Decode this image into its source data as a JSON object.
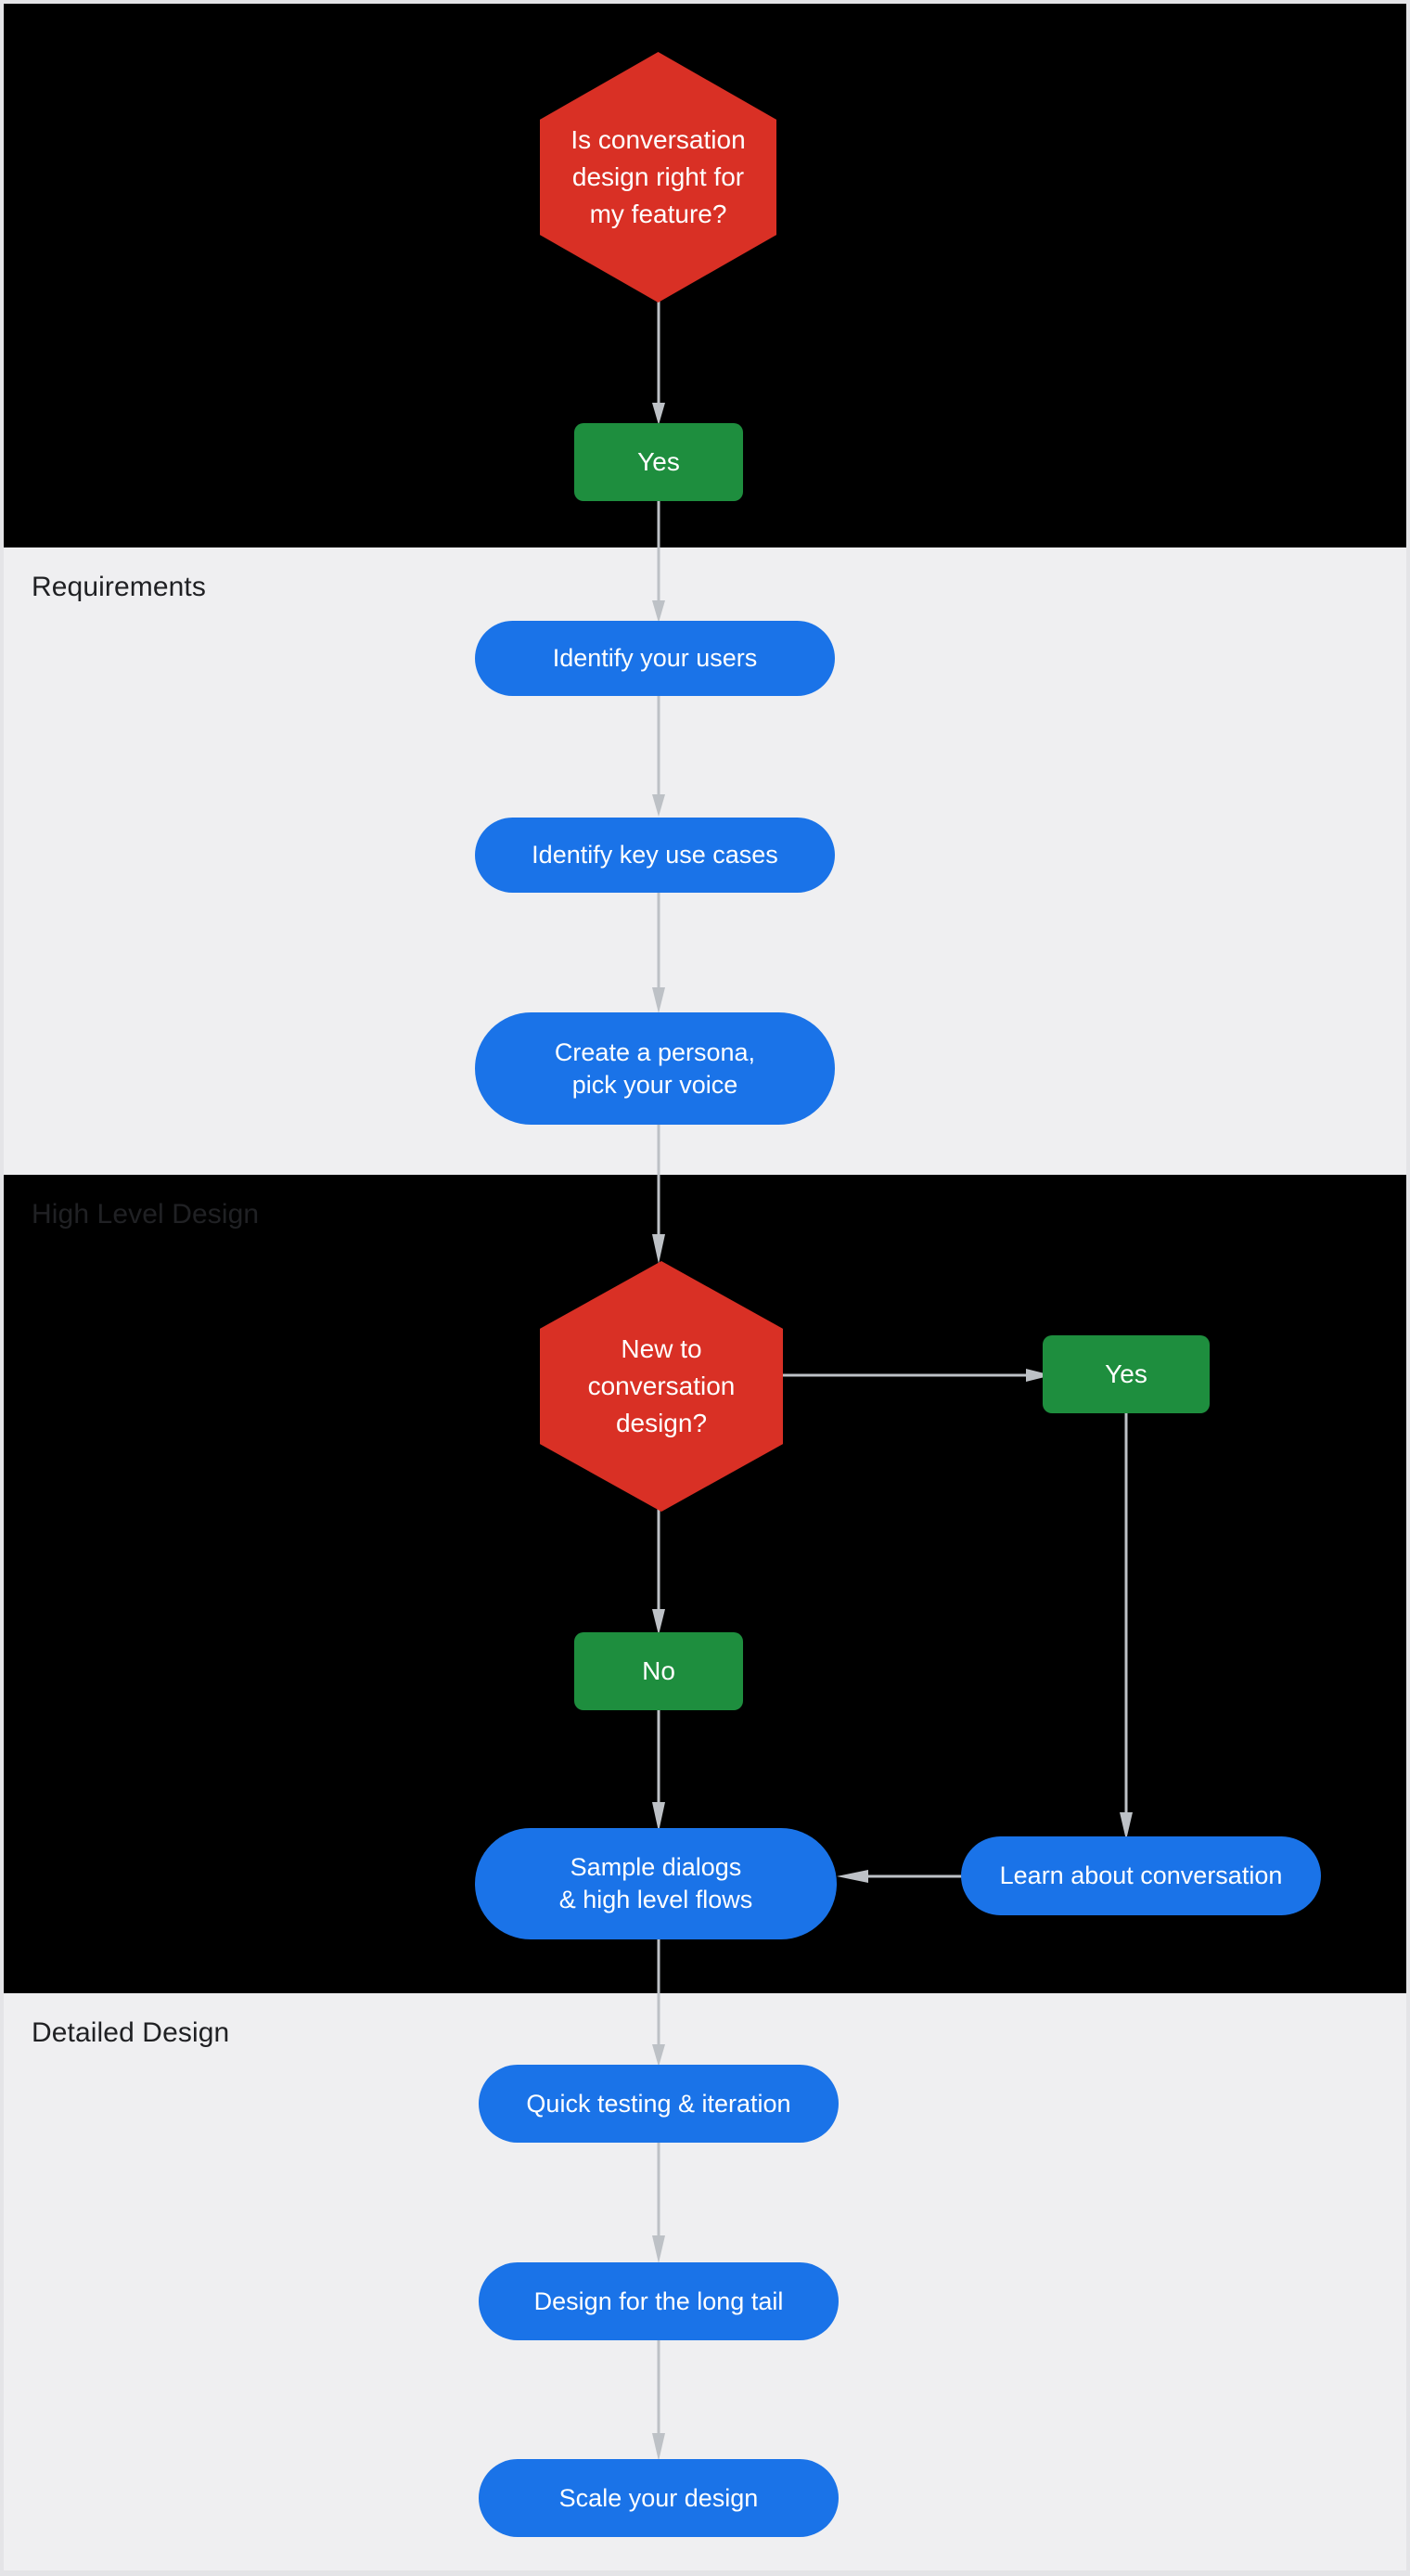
{
  "diagram": {
    "title": "Is conversation design right for my feature?",
    "colors": {
      "page_background": "#e4e4e7",
      "band_dark": "#000000",
      "band_light": "#efeff1",
      "decision": "#d93025",
      "answer": "#1e8e3e",
      "step": "#1a73e8",
      "connector": "#bdc1c6",
      "label_text": "#202124",
      "node_text": "#ffffff"
    },
    "sections": [
      {
        "id": "start",
        "label": "",
        "theme": "dark"
      },
      {
        "id": "requirements",
        "label": "Requirements",
        "theme": "light"
      },
      {
        "id": "high-level-design",
        "label": "High Level Design",
        "theme": "dark"
      },
      {
        "id": "detailed-design",
        "label": "Detailed Design",
        "theme": "light"
      }
    ],
    "nodes": {
      "decision_start": {
        "text": "Is conversation\ndesign right for\nmy feature?",
        "shape": "hexagon",
        "role": "decision"
      },
      "answer_start_yes": {
        "text": "Yes",
        "shape": "rect",
        "role": "answer"
      },
      "req_identify_users": {
        "text": "Identify your users",
        "shape": "pill",
        "role": "step"
      },
      "req_identify_use_cases": {
        "text": "Identify key use cases",
        "shape": "pill",
        "role": "step"
      },
      "req_create_persona": {
        "text": "Create a persona,\npick your voice",
        "shape": "pill",
        "role": "step"
      },
      "decision_new_to_cd": {
        "text": "New to\nconversation\ndesign?",
        "shape": "hexagon",
        "role": "decision"
      },
      "answer_new_yes": {
        "text": "Yes",
        "shape": "rect",
        "role": "answer"
      },
      "answer_new_no": {
        "text": "No",
        "shape": "rect",
        "role": "answer"
      },
      "hld_sample_dialogs": {
        "text": "Sample dialogs\n& high level flows",
        "shape": "pill",
        "role": "step"
      },
      "hld_learn_about": {
        "text": "Learn about conversation",
        "shape": "pill",
        "role": "step"
      },
      "dd_quick_testing": {
        "text": "Quick testing & iteration",
        "shape": "pill",
        "role": "step"
      },
      "dd_long_tail": {
        "text": "Design for the long tail",
        "shape": "pill",
        "role": "step"
      },
      "dd_scale_design": {
        "text": "Scale your design",
        "shape": "pill",
        "role": "step"
      }
    },
    "edges": [
      {
        "from": "decision_start",
        "to": "answer_start_yes",
        "direction": "down"
      },
      {
        "from": "answer_start_yes",
        "to": "req_identify_users",
        "direction": "down"
      },
      {
        "from": "req_identify_users",
        "to": "req_identify_use_cases",
        "direction": "down"
      },
      {
        "from": "req_identify_use_cases",
        "to": "req_create_persona",
        "direction": "down"
      },
      {
        "from": "req_create_persona",
        "to": "decision_new_to_cd",
        "direction": "down"
      },
      {
        "from": "decision_new_to_cd",
        "to": "answer_new_yes",
        "direction": "right"
      },
      {
        "from": "decision_new_to_cd",
        "to": "answer_new_no",
        "direction": "down"
      },
      {
        "from": "answer_new_yes",
        "to": "hld_learn_about",
        "direction": "down"
      },
      {
        "from": "answer_new_no",
        "to": "hld_sample_dialogs",
        "direction": "down"
      },
      {
        "from": "hld_learn_about",
        "to": "hld_sample_dialogs",
        "direction": "left"
      },
      {
        "from": "hld_sample_dialogs",
        "to": "dd_quick_testing",
        "direction": "down"
      },
      {
        "from": "dd_quick_testing",
        "to": "dd_long_tail",
        "direction": "down"
      },
      {
        "from": "dd_long_tail",
        "to": "dd_scale_design",
        "direction": "down"
      }
    ]
  }
}
